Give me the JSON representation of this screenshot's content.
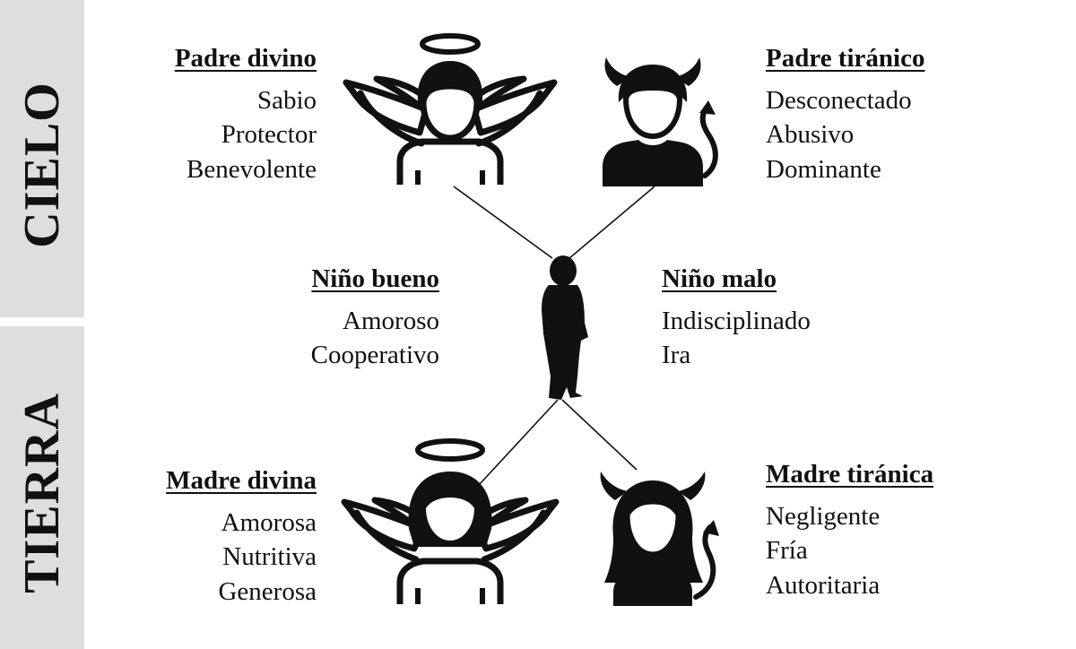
{
  "bands": {
    "top_label": "CIELO",
    "bottom_label": "TIERRA"
  },
  "figures": {
    "padre_divino": {
      "title": "Padre divino",
      "traits": [
        "Sabio",
        "Protector",
        "Benevolente"
      ],
      "icon": "angel-male-icon"
    },
    "padre_tiranico": {
      "title": "Padre tiránico",
      "traits": [
        "Desconectado",
        "Abusivo",
        "Dominante"
      ],
      "icon": "devil-male-icon"
    },
    "nino_bueno": {
      "title": "Niño bueno",
      "traits": [
        "Amoroso",
        "Cooperativo"
      ]
    },
    "nino_malo": {
      "title": "Niño malo",
      "traits": [
        "Indisciplinado",
        "Ira"
      ]
    },
    "child": {
      "icon": "child-silhouette-icon"
    },
    "madre_divina": {
      "title": "Madre divina",
      "traits": [
        "Amorosa",
        "Nutritiva",
        "Generosa"
      ],
      "icon": "angel-female-icon"
    },
    "madre_tiranica": {
      "title": "Madre tiránica",
      "traits": [
        "Negligente",
        "Fría",
        "Autoritaria"
      ],
      "icon": "devil-female-icon"
    }
  },
  "colors": {
    "band": "#dedede",
    "ink": "#111111"
  }
}
